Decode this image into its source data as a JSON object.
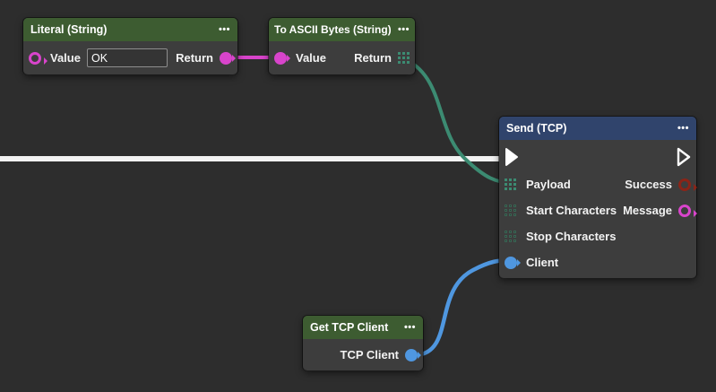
{
  "ui": {
    "menu_icon": "•••",
    "background": "#2d2d2d",
    "node_body_color": "#3d3d3d",
    "header_green": "#3d5c31",
    "header_blue": "#30446c"
  },
  "nodes": {
    "literal": {
      "title": "Literal (String)",
      "value_label": "Value",
      "value_input": "OK",
      "return_label": "Return"
    },
    "to_ascii": {
      "title": "To ASCII Bytes (String)",
      "value_label": "Value",
      "return_label": "Return"
    },
    "send_tcp": {
      "title": "Send (TCP)",
      "payload_label": "Payload",
      "success_label": "Success",
      "start_chars_label": "Start Characters",
      "message_label": "Message",
      "stop_chars_label": "Stop Characters",
      "client_label": "Client"
    },
    "get_tcp_client": {
      "title": "Get TCP Client",
      "output_label": "TCP Client"
    }
  },
  "pins": {
    "string_color": "#d844cb",
    "bytes_color": "#3c8b72",
    "client_color": "#4f97e0",
    "success_color": "#8b2417",
    "exec_color": "#ffffff"
  },
  "wires": {
    "exec": {
      "color": "#f2f2f2"
    },
    "string": {
      "color": "#d844cb"
    },
    "bytes": {
      "color": "#3c8b72"
    },
    "client": {
      "color": "#4f97e0"
    }
  }
}
